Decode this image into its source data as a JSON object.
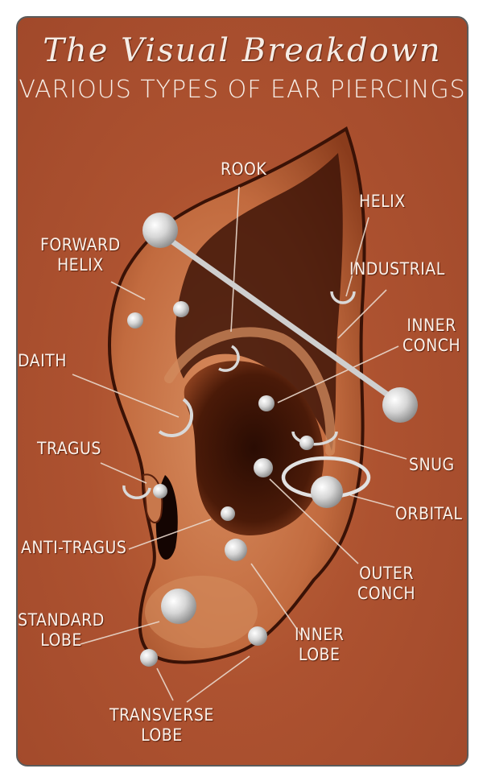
{
  "title": "The Visual Breakdown",
  "subtitle": "VARIOUS TYPES OF EAR PIERCINGS",
  "colors": {
    "background": "#a84d2c",
    "skin": "#c97a4e",
    "shadow": "#3a1206",
    "metal": "#d9d9d9",
    "text": "#f6ede6"
  },
  "labels": {
    "rook": "ROOK",
    "helix": "HELIX",
    "forward_helix": "FORWARD\nHELIX",
    "industrial": "INDUSTRIAL",
    "inner_conch": "INNER\nCONCH",
    "daith": "DAITH",
    "tragus": "TRAGUS",
    "snug": "SNUG",
    "orbital": "ORBITAL",
    "anti_tragus": "ANTI-TRAGUS",
    "outer_conch": "OUTER\nCONCH",
    "standard_lobe": "STANDARD\nLOBE",
    "inner_lobe": "INNER\nLOBE",
    "transverse_lobe": "TRANSVERSE\nLOBE"
  }
}
